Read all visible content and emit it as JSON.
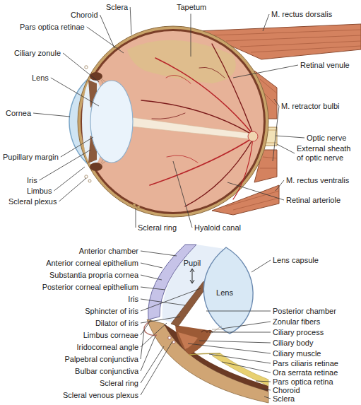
{
  "diagram": {
    "labels": [
      "Sclera",
      "Choroid",
      "Tapetum",
      "M. rectus dorsalis",
      "Pars optica retinae",
      "Ciliary zonule",
      "Lens",
      "Retinal venule",
      "M. retractor bulbi",
      "Cornea",
      "Optic nerve",
      "External sheath of optic nerve",
      "Pupillary margin",
      "M. rectus ventralis",
      "Iris",
      "Limbus",
      "Retinal arteriole",
      "Scleral plexus",
      "Hyaloid canal",
      "Scleral ring",
      "Anterior chamber",
      "Anterior corneal epithelium",
      "Substantia propria cornea",
      "Posterior corneal epithelium",
      "Iris",
      "Sphincter of iris",
      "Dilator of iris",
      "Limbus corneae",
      "Iridocorneal angle",
      "Palpebral conjunctiva",
      "Bulbar conjunctiva",
      "Scleral ring",
      "Scleral venous plexus",
      "Pupil",
      "Lens",
      "Lens capsule",
      "Posterior chamber",
      "Zonular fibers",
      "Ciliary process",
      "Ciliary body",
      "Ciliary muscle",
      "Pars ciliaris retinae",
      "Ora serrata retinae",
      "Pars optica retina",
      "Choroid",
      "Sclera"
    ]
  }
}
